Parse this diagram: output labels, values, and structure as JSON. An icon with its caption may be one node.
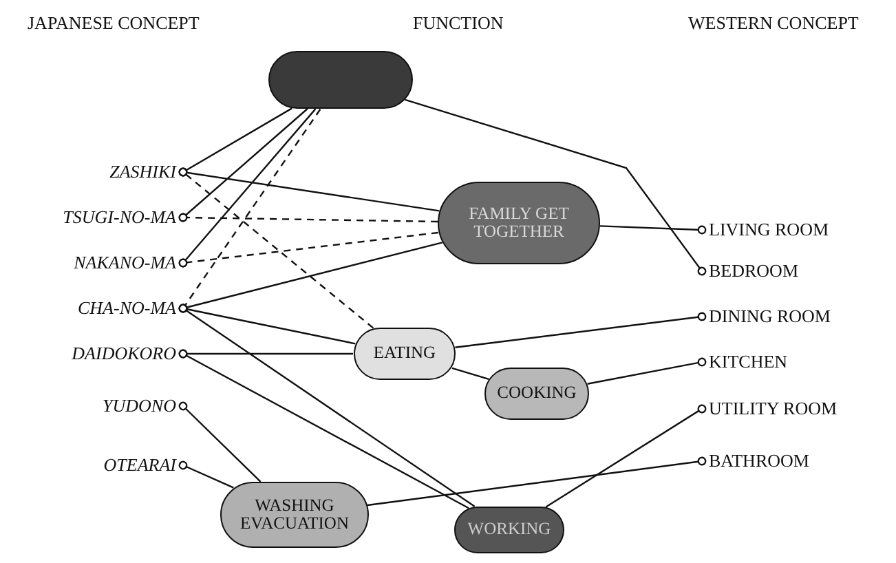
{
  "diagram": {
    "nodes": [
      {
        "text": [],
        "shape": "box"
      },
      {
        "text": [
          "ZASHIKI"
        ]
      },
      {
        "text": [
          "TSUGI-NO-MA"
        ]
      },
      {
        "text": [
          "NAKANO-MA"
        ]
      },
      {
        "text": [
          "CHA-NO-MA"
        ]
      },
      {
        "text": [
          "DAIDOKORO"
        ]
      },
      {
        "text": [
          "YUDONO"
        ]
      },
      {
        "text": [
          "OTEARAI"
        ]
      },
      {
        "text": [
          "FAMILY GET TOGETHER"
        ]
      },
      {
        "text": [
          "EATING"
        ]
      },
      {
        "text": [
          "COOKING"
        ]
      },
      {
        "text": [
          "WASHING EVACUATION"
        ]
      },
      {
        "text": [
          "WORKING"
        ]
      },
      {
        "text": [
          "LIVING ROOM"
        ]
      },
      {
        "text": [
          "BEDROOM"
        ]
      },
      {
        "text": [
          "DINING ROOM"
        ]
      },
      {
        "text": [
          "KITCHEN"
        ]
      },
      {
        "text": [
          "UTILITY ROOM"
        ]
      },
      {
        "text": [
          "BATHROOM"
        ]
      }
    ],
    "edges": [
      {
        "from": 0,
        "to": 1,
        "arrow": "other"
      },
      {
        "from": 0,
        "to": 2,
        "arrow": "other"
      },
      {
        "from": 0,
        "to": 3,
        "arrow": "other"
      },
      {
        "from": 0,
        "to": 4,
        "arrow": "other",
        "style": "dashed"
      },
      {
        "from": 0,
        "to": 14,
        "arrow": "other"
      },
      {
        "from": 8,
        "to": 1,
        "arrow": "other"
      },
      {
        "from": 9,
        "to": 1,
        "arrow": "other",
        "style": "dashed"
      },
      {
        "from": 8,
        "to": 2,
        "arrow": "other",
        "style": "dashed"
      },
      {
        "from": 8,
        "to": 3,
        "arrow": "other",
        "style": "dashed"
      },
      {
        "from": 8,
        "to": 4,
        "arrow": "other"
      },
      {
        "from": 9,
        "to": 4,
        "arrow": "other"
      },
      {
        "from": 12,
        "to": 4,
        "arrow": "other"
      },
      {
        "from": 9,
        "to": 5,
        "arrow": "other"
      },
      {
        "from": 12,
        "to": 5,
        "arrow": "other"
      },
      {
        "from": 11,
        "to": 6,
        "arrow": "other"
      },
      {
        "from": 11,
        "to": 7,
        "arrow": "other"
      },
      {
        "from": 8,
        "to": 13,
        "arrow": "other"
      },
      {
        "from": 9,
        "to": 15,
        "arrow": "other"
      },
      {
        "from": 9,
        "to": 10,
        "arrow": "none"
      },
      {
        "from": 10,
        "to": 16,
        "arrow": "other"
      },
      {
        "from": 12,
        "to": 17,
        "arrow": "other"
      },
      {
        "from": 11,
        "to": 18,
        "arrow": "other"
      }
    ],
    "labels": [
      "JAPANESE CONCEPT",
      "FUNCTION",
      "WESTERN CONCEPT"
    ]
  }
}
